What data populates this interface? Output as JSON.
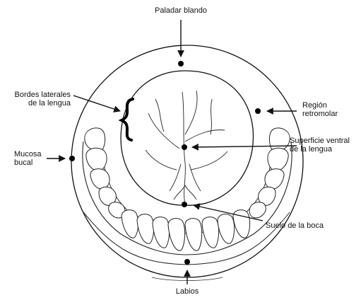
{
  "labels": {
    "soft_palate": "Paladar blando",
    "lateral_borders_line1": "Bordes laterales",
    "lateral_borders_line2": "de la lengua",
    "retromolar_line1": "Región",
    "retromolar_line2": "retromolar",
    "buccal_mucosa_line1": "Mucosa",
    "buccal_mucosa_line2": "bucal",
    "ventral_surface_line1": "Superficie ventral",
    "ventral_surface_line2": "de la lengua",
    "floor_of_mouth": "Suelo de la boca",
    "lips": "Labios"
  }
}
